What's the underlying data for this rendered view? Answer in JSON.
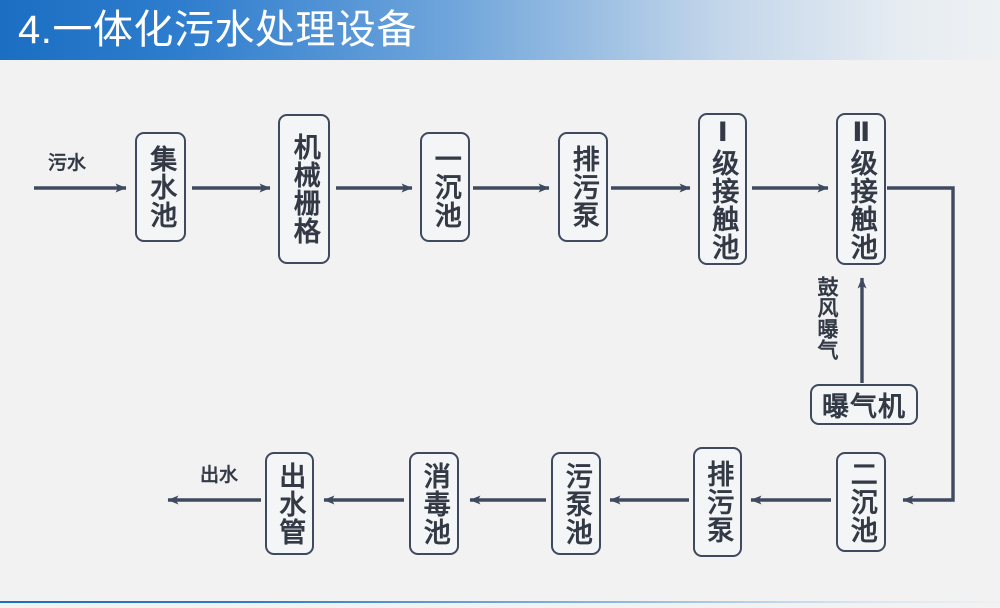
{
  "header": {
    "title": "4.一体化污水处理设备",
    "gradient_start": "#1b6ec2",
    "gradient_end": "#eef1f3"
  },
  "theme": {
    "canvas_bg": "#f2f2f2",
    "box_border": "#3f4a5f",
    "box_fill": "#f4f5f6",
    "text_color": "#333a46",
    "arrow_color": "#3f4a5f",
    "accent_rule": "#1b6ec2"
  },
  "diagram": {
    "type": "process-flow",
    "nodes": [
      {
        "id": "collection-tank",
        "label": "集水池",
        "row": "top",
        "orientation": "vertical"
      },
      {
        "id": "mechanical-grille",
        "label": "机械栅格",
        "row": "top",
        "orientation": "vertical"
      },
      {
        "id": "primary-settling",
        "label": "一沉池",
        "row": "top",
        "orientation": "vertical"
      },
      {
        "id": "sewage-pump-top",
        "label": "排污泵",
        "row": "top",
        "orientation": "vertical"
      },
      {
        "id": "contact-tank-1",
        "label": "Ⅰ级接触池",
        "row": "top",
        "orientation": "vertical"
      },
      {
        "id": "contact-tank-2",
        "label": "Ⅱ级接触池",
        "row": "top",
        "orientation": "vertical"
      },
      {
        "id": "aerator",
        "label": "曝气机",
        "row": "middle",
        "orientation": "horizontal"
      },
      {
        "id": "secondary-settling",
        "label": "二沉池",
        "row": "bottom",
        "orientation": "vertical"
      },
      {
        "id": "sewage-pump-bottom",
        "label": "排污泵",
        "row": "bottom",
        "orientation": "vertical"
      },
      {
        "id": "sludge-pump-tank",
        "label": "污泵池",
        "row": "bottom",
        "orientation": "vertical"
      },
      {
        "id": "disinfection-tank",
        "label": "消毒池",
        "row": "bottom",
        "orientation": "vertical"
      },
      {
        "id": "outlet-pipe",
        "label": "出水管",
        "row": "bottom",
        "orientation": "vertical"
      }
    ],
    "labels": {
      "inlet": "污水",
      "outlet": "出水",
      "aeration": "鼓风曝气"
    },
    "edges": [
      {
        "from": "inlet",
        "to": "collection-tank"
      },
      {
        "from": "collection-tank",
        "to": "mechanical-grille"
      },
      {
        "from": "mechanical-grille",
        "to": "primary-settling"
      },
      {
        "from": "primary-settling",
        "to": "sewage-pump-top"
      },
      {
        "from": "sewage-pump-top",
        "to": "contact-tank-1"
      },
      {
        "from": "contact-tank-1",
        "to": "contact-tank-2"
      },
      {
        "from": "contact-tank-2",
        "to": "secondary-settling"
      },
      {
        "from": "aerator",
        "to": "contact-tank-2",
        "label": "鼓风曝气"
      },
      {
        "from": "secondary-settling",
        "to": "sewage-pump-bottom"
      },
      {
        "from": "sewage-pump-bottom",
        "to": "sludge-pump-tank"
      },
      {
        "from": "sludge-pump-tank",
        "to": "disinfection-tank"
      },
      {
        "from": "disinfection-tank",
        "to": "outlet-pipe"
      },
      {
        "from": "outlet-pipe",
        "to": "outlet"
      }
    ]
  }
}
